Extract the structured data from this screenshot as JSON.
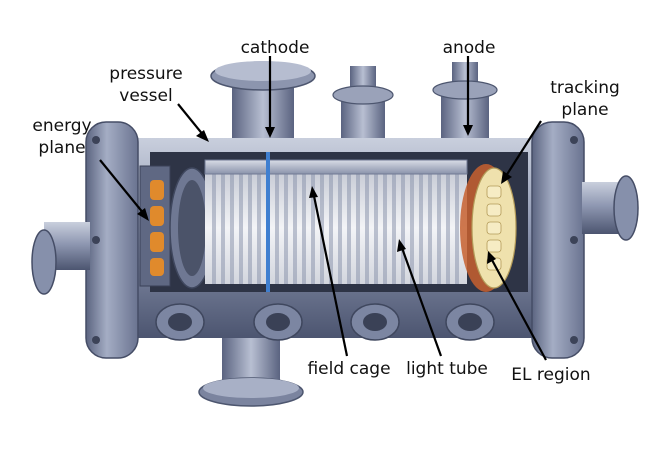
{
  "labels": {
    "cathode": "cathode",
    "anode": "anode",
    "pressure_vessel_line1": "pressure",
    "pressure_vessel_line2": "vessel",
    "tracking_plane_line1": "tracking",
    "tracking_plane_line2": "plane",
    "energy_plane_line1": "energy",
    "energy_plane_line2": "plane",
    "field_cage": "field cage",
    "light_tube": "light tube",
    "el_region": "EL region"
  },
  "colors": {
    "steel_light": "#aeb6cc",
    "steel_mid": "#7d87a3",
    "steel_dark": "#4f5872",
    "cathode_ring": "#3f7fd0",
    "anode_mesh": "#c7602f",
    "pmt_orange": "#e08a2c",
    "sipm_cream": "#f1e2a8",
    "text": "#111111"
  }
}
